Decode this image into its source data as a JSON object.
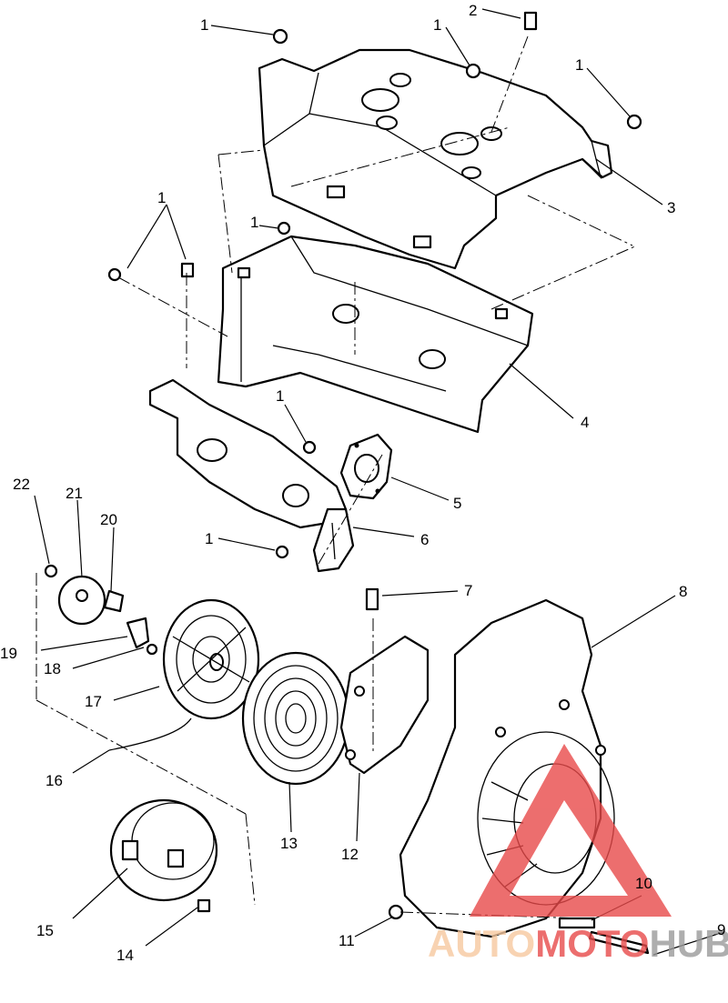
{
  "callouts": {
    "c1a": "1",
    "c1b": "1",
    "c1c": "1",
    "c1d": "1",
    "c1e": "1",
    "c1f": "1",
    "c1g": "1",
    "c2": "2",
    "c3": "3",
    "c4": "4",
    "c5": "5",
    "c6": "6",
    "c7": "7",
    "c8": "8",
    "c9": "9",
    "c10": "10",
    "c11": "11",
    "c12": "12",
    "c13": "13",
    "c14": "14",
    "c15": "15",
    "c16": "16",
    "c17": "17",
    "c18": "18",
    "c19": "19",
    "c20": "20",
    "c21": "21",
    "c22": "22"
  },
  "watermark": {
    "part1": "AUTO",
    "part2": "MOTO",
    "part3": "HUB",
    "color_light": "#f7c9a0",
    "color_red": "#e84a4a",
    "color_gray": "#9a9a9a"
  }
}
